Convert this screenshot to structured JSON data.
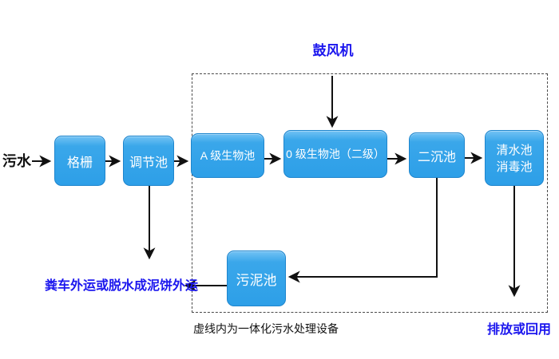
{
  "diagram": {
    "influent": "污水",
    "blower": "鼓风机",
    "boxes": {
      "grid": "格栅",
      "regulating": "调节池",
      "a_bio": "A 级生物池",
      "o_bio": "0 级生物池（二级）",
      "secondary_sed": "二沉池",
      "clear_water_line1": "清水池",
      "clear_water_line2": "消毒池",
      "sludge": "污泥池"
    },
    "labels": {
      "sludge_out": "粪车外运或脱水成泥饼外运",
      "dashed_note": "虚线内为一体化污水处理设备",
      "discharge": "排放或回用"
    },
    "colors": {
      "box_fill": "#2d9fe8",
      "box_border": "#1e85cd",
      "box_text": "#ffffff",
      "blue_text": "#1b16ee",
      "black_text": "#111111",
      "arrow": "#111111",
      "dashed_border": "#4a4a4a"
    }
  }
}
